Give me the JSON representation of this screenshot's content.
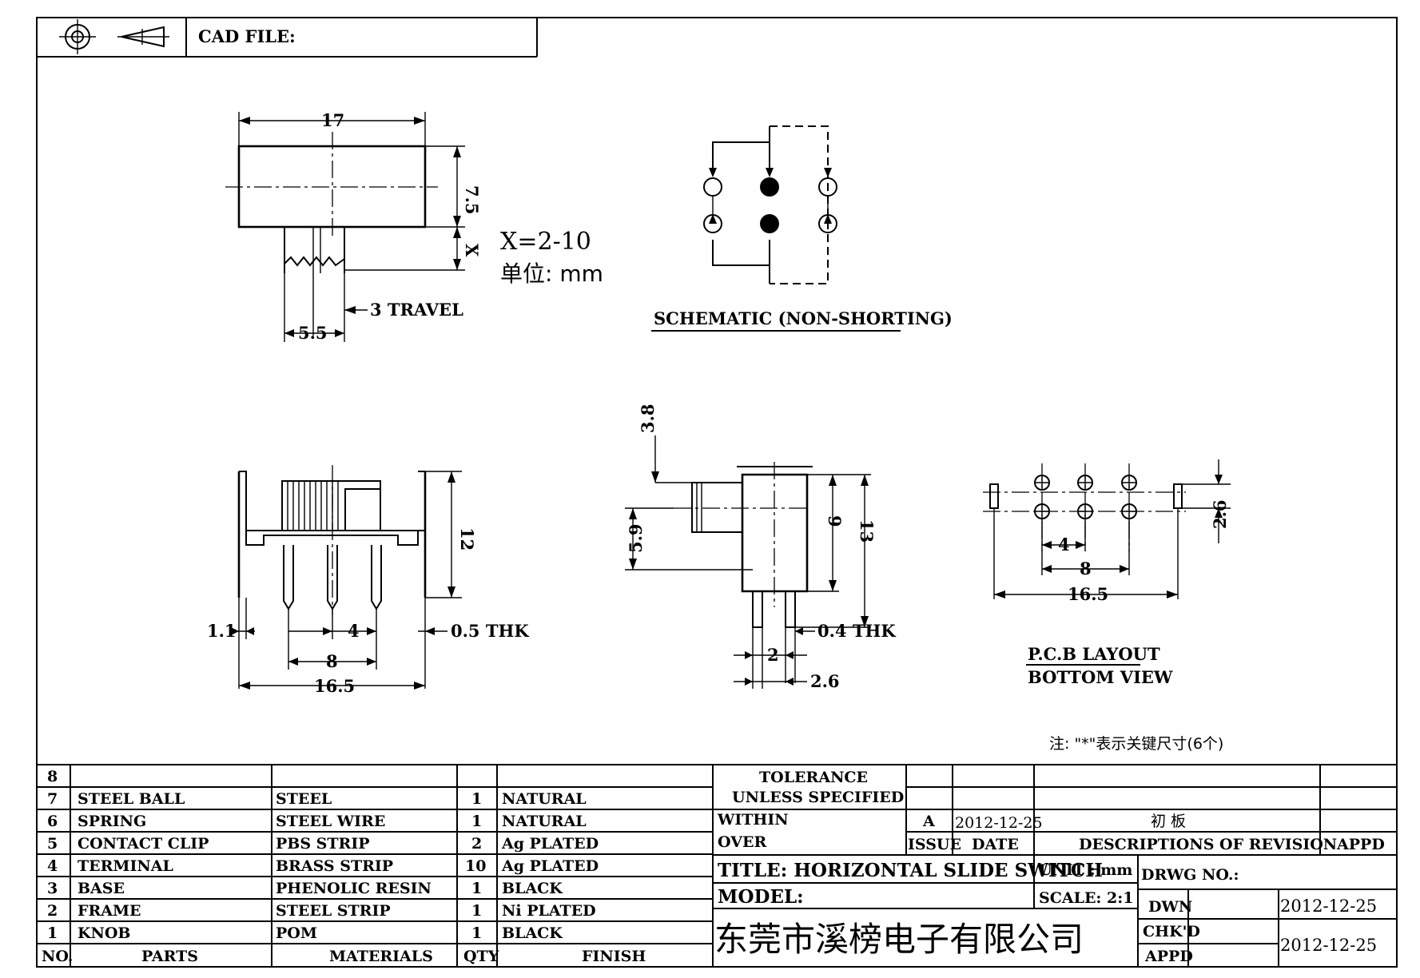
{
  "header": {
    "cad_file_label": "CAD FILE:"
  },
  "drawing": {
    "top_view": {
      "dim_width": "17",
      "dim_height": "7.5",
      "dim_x": "X",
      "dim_knob": "5.5",
      "travel": "3 TRAVEL"
    },
    "x_range": "X=2-10",
    "unit_note": "单位: mm",
    "schematic_label": "SCHEMATIC (NON-SHORTING)",
    "front_view": {
      "dim_height": "12",
      "dim_pin_width": "1.1",
      "dim_pitch": "4",
      "dim_span": "8",
      "dim_total": "16.5",
      "thickness": "0.5 THK"
    },
    "side_view": {
      "dim_knob_h": "3.8",
      "dim_knob_offset": "5.9",
      "dim_body": "9",
      "dim_total": "13",
      "thickness": "0.4 THK",
      "dim_pin": "2",
      "dim_offset": "2.6"
    },
    "pcb": {
      "dim_pitch": "4",
      "dim_span": "8",
      "dim_total": "16.5",
      "dim_row": "2.6",
      "label_line1": "P.C.B LAYOUT",
      "label_line2": "BOTTOM VIEW"
    },
    "note": "注: \"*\"表示关键尺寸(6个)"
  },
  "bom": {
    "headers": {
      "no": "NO.",
      "parts": "PARTS",
      "materials": "MATERIALS",
      "qty": "QTY",
      "finish": "FINISH"
    },
    "rows": [
      {
        "no": "8",
        "part": "",
        "material": "",
        "qty": "",
        "finish": ""
      },
      {
        "no": "7",
        "part": "STEEL BALL",
        "material": "STEEL",
        "qty": "1",
        "finish": "NATURAL"
      },
      {
        "no": "6",
        "part": "SPRING",
        "material": "STEEL WIRE",
        "qty": "1",
        "finish": "NATURAL"
      },
      {
        "no": "5",
        "part": "CONTACT CLIP",
        "material": "PBS STRIP",
        "qty": "2",
        "finish": "Ag PLATED"
      },
      {
        "no": "4",
        "part": "TERMINAL",
        "material": "BRASS STRIP",
        "qty": "10",
        "finish": "Ag PLATED"
      },
      {
        "no": "3",
        "part": "BASE",
        "material": "PHENOLIC RESIN",
        "qty": "1",
        "finish": "BLACK"
      },
      {
        "no": "2",
        "part": "FRAME",
        "material": "STEEL STRIP",
        "qty": "1",
        "finish": "Ni PLATED"
      },
      {
        "no": "1",
        "part": "KNOB",
        "material": "POM",
        "qty": "1",
        "finish": "BLACK"
      }
    ]
  },
  "title_block": {
    "tolerance": "TOLERANCE",
    "unless_specified": "UNLESS   SPECIFIED",
    "within": "WITHIN",
    "over": "OVER",
    "rev_letter": "A",
    "rev_date": "2012-12-25",
    "rev_desc": "初 板",
    "issue": "ISSUE",
    "date": "DATE",
    "descriptions": "DESCRIPTIONS OF REVISION",
    "appd": "APPD",
    "title": "TITLE: HORIZONTAL SLIDE SWITCH",
    "unit": "UNIT : mm",
    "drwg_no": "DRWG NO.:",
    "model": "MODEL:",
    "scale": "SCALE: 2:1",
    "dwn": "DWN",
    "dwn_date": "2012-12-25",
    "company": "东莞市溪榜电子有限公司",
    "chkd": "CHK'D",
    "appd2": "APPD",
    "chk_date": "2012-12-25"
  }
}
